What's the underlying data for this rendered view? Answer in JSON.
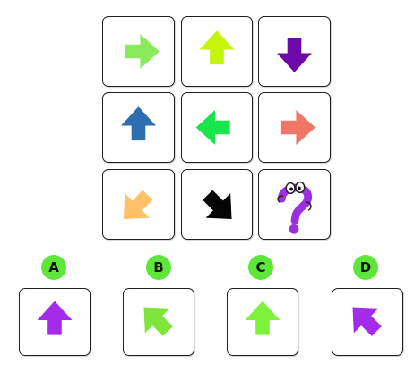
{
  "puzzle": {
    "grid": [
      {
        "icon": "arrow-right-icon",
        "color": "#8BEA5C"
      },
      {
        "icon": "arrow-up-icon",
        "color": "#C5F50C"
      },
      {
        "icon": "arrow-down-icon",
        "color": "#6E07A9"
      },
      {
        "icon": "arrow-up-icon",
        "color": "#2D6EB0"
      },
      {
        "icon": "arrow-left-icon",
        "color": "#19E54C"
      },
      {
        "icon": "arrow-right-icon",
        "color": "#F07668"
      },
      {
        "icon": "arrow-down-left-icon",
        "color": "#FFC066"
      },
      {
        "icon": "arrow-down-right-icon",
        "color": "#050505"
      },
      {
        "icon": "question-mark-icon",
        "color": "#9A30E0"
      }
    ]
  },
  "answers": {
    "badge_color": "#5EE63A",
    "options": [
      {
        "letter": "A",
        "icon": "arrow-up-icon",
        "color": "#A52BEA"
      },
      {
        "letter": "B",
        "icon": "arrow-up-left-icon",
        "color": "#7EE53B"
      },
      {
        "letter": "C",
        "icon": "arrow-up-icon",
        "color": "#7EF13B"
      },
      {
        "letter": "D",
        "icon": "arrow-up-left-icon",
        "color": "#A52BEA"
      }
    ]
  }
}
